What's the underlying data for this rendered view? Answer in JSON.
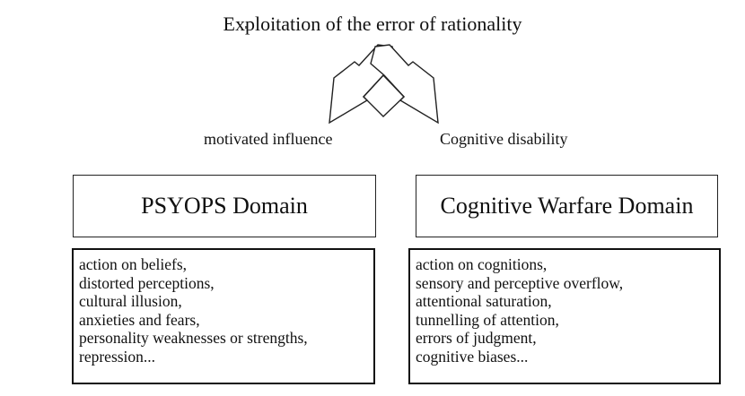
{
  "title": "Exploitation of the error of rationality",
  "branches": {
    "left_label": "motivated influence",
    "right_label": "Cognitive disability"
  },
  "domains": [
    {
      "title": "PSYOPS Domain",
      "items": [
        "action on beliefs,",
        "distorted perceptions,",
        "cultural illusion,",
        "anxieties and fears,",
        "personality weaknesses or strengths,",
        "repression..."
      ]
    },
    {
      "title": "Cognitive Warfare Domain",
      "items": [
        "action on cognitions,",
        "sensory and perceptive overflow,",
        "attentional saturation,",
        "tunnelling of attention,",
        "errors of judgment,",
        "cognitive biases..."
      ]
    }
  ]
}
